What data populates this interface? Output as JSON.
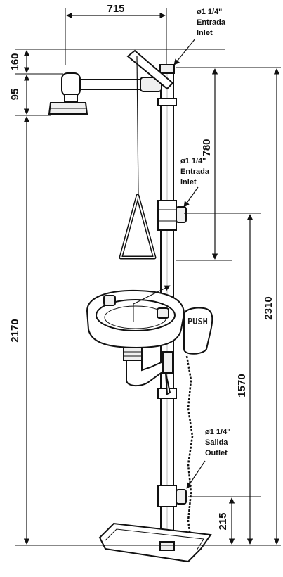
{
  "dimensions": {
    "width_top": "715",
    "top_offset": "160",
    "head_height": "95",
    "inlet_to_top": "780",
    "head_height_total": "2170",
    "total_height": "2310",
    "bowl_inlet_height": "1570",
    "outlet_height": "215"
  },
  "callouts": {
    "top_inlet": {
      "size": "ø1 1/4\"",
      "es": "Entrada",
      "en": "Inlet"
    },
    "side_inlet": {
      "size": "ø1 1/4\"",
      "es": "Entrada",
      "en": "Inlet"
    },
    "outlet": {
      "size": "ø1 1/4\"",
      "es": "Salida",
      "en": "Outlet"
    }
  },
  "push_label": "PUSH",
  "colors": {
    "line": "#111111",
    "fill": "#ffffff",
    "shade": "#efefef"
  }
}
